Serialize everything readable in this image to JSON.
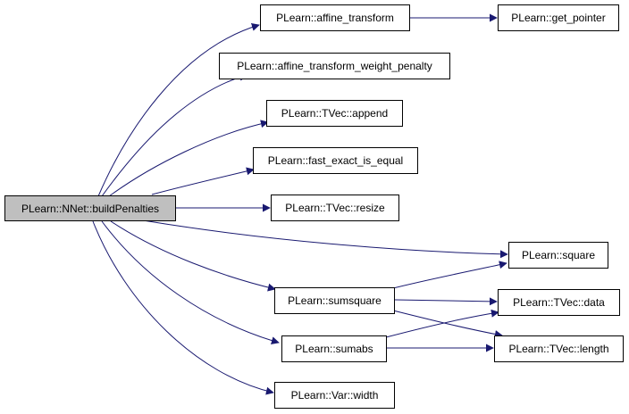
{
  "colors": {
    "edge": "#191970",
    "node_border": "#000000",
    "root_fill": "#bfbfbf",
    "node_fill": "#ffffff"
  },
  "nodes": {
    "root": "PLearn::NNet::buildPenalties",
    "affine_transform": "PLearn::affine_transform",
    "get_pointer": "PLearn::get_pointer",
    "affine_transform_weight_penalty": "PLearn::affine_transform_weight_penalty",
    "tvec_append": "PLearn::TVec::append",
    "fast_exact_is_equal": "PLearn::fast_exact_is_equal",
    "tvec_resize": "PLearn::TVec::resize",
    "square": "PLearn::square",
    "sumsquare": "PLearn::sumsquare",
    "tvec_data": "PLearn::TVec::data",
    "sumabs": "PLearn::sumabs",
    "tvec_length": "PLearn::TVec::length",
    "var_width": "PLearn::Var::width"
  },
  "edges": [
    [
      "root",
      "affine_transform"
    ],
    [
      "affine_transform",
      "get_pointer"
    ],
    [
      "root",
      "affine_transform_weight_penalty"
    ],
    [
      "root",
      "tvec_append"
    ],
    [
      "root",
      "fast_exact_is_equal"
    ],
    [
      "root",
      "tvec_resize"
    ],
    [
      "root",
      "square"
    ],
    [
      "root",
      "sumsquare"
    ],
    [
      "sumsquare",
      "square"
    ],
    [
      "sumsquare",
      "tvec_data"
    ],
    [
      "sumsquare",
      "tvec_length"
    ],
    [
      "root",
      "sumabs"
    ],
    [
      "sumabs",
      "tvec_data"
    ],
    [
      "sumabs",
      "tvec_length"
    ],
    [
      "root",
      "var_width"
    ]
  ]
}
